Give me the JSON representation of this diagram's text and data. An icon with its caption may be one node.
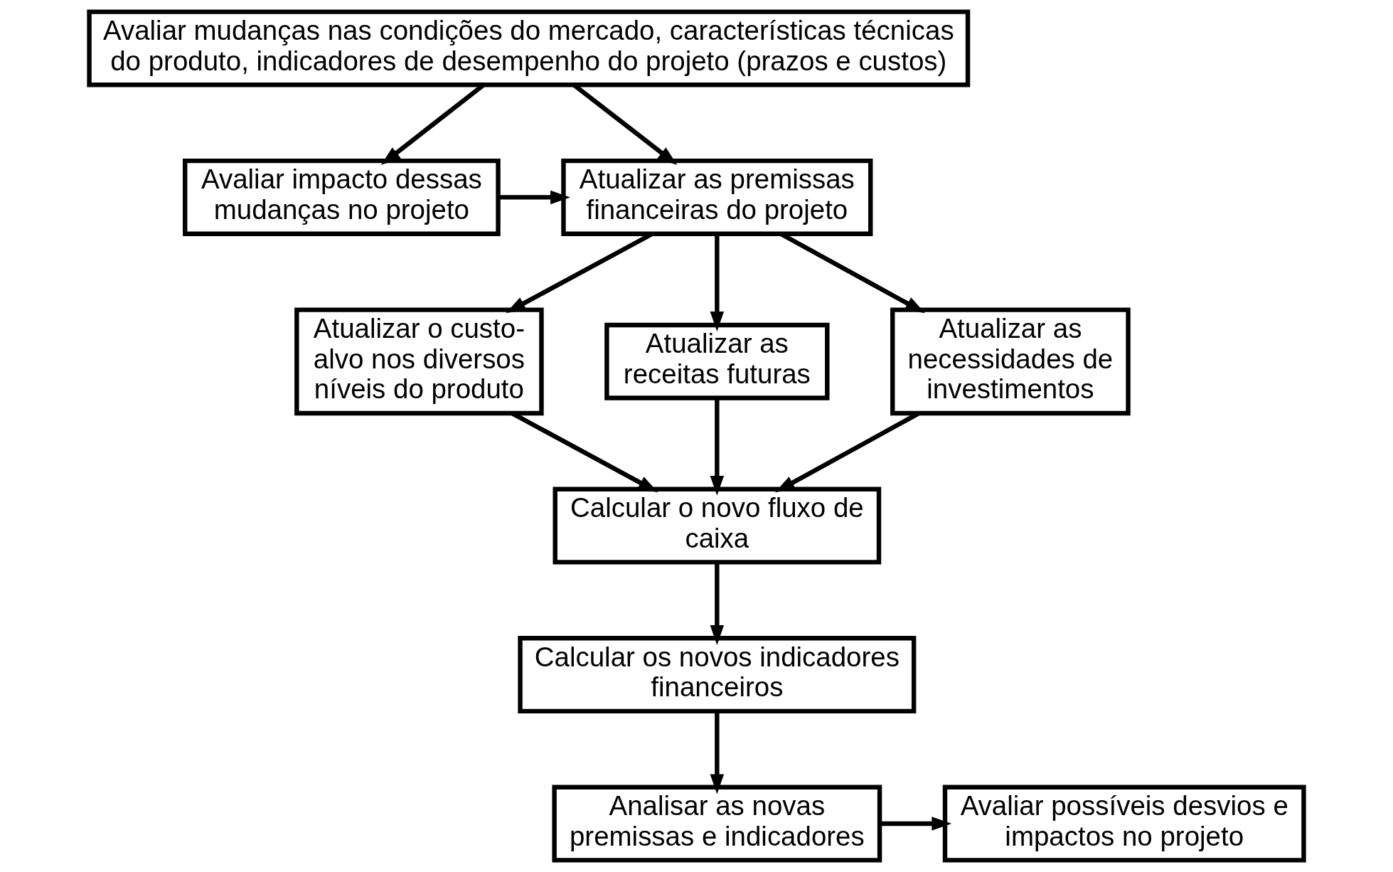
{
  "diagram": {
    "nodes": [
      {
        "text": [
          "Avaliar mudanças nas condições do mercado, características técnicas do produto, indicadores de desempenho do projeto (prazos e custos)"
        ]
      },
      {
        "text": [
          "Atualizar as premissas financeiras do projeto"
        ]
      },
      {
        "text": [
          "Avaliar impacto dessas mudanças no projeto"
        ]
      },
      {
        "text": [
          "Atualizar o custo-alvo nos diversos níveis do produto"
        ]
      },
      {
        "text": [
          "Atualizar as receitas futuras"
        ]
      },
      {
        "text": [
          "Atualizar as necessidades de investimentos"
        ]
      },
      {
        "text": [
          "Calcular o novo fluxo de caixa"
        ]
      },
      {
        "text": [
          "Calcular os novos indicadores financeiros"
        ]
      },
      {
        "text": [
          "Analisar as novas premissas e indicadores"
        ]
      },
      {
        "text": [
          "Avaliar possíveis desvios e impactos no projeto"
        ]
      }
    ],
    "edges": [
      {
        "from": 0,
        "to": 1,
        "arrow": "to"
      },
      {
        "from": 0,
        "to": 2,
        "arrow": "to"
      },
      {
        "from": 2,
        "to": 1,
        "arrow": "to"
      },
      {
        "from": 1,
        "to": 3,
        "arrow": "to"
      },
      {
        "from": 1,
        "to": 4,
        "arrow": "to"
      },
      {
        "from": 1,
        "to": 5,
        "arrow": "to"
      },
      {
        "from": 3,
        "to": 6,
        "arrow": "to"
      },
      {
        "from": 4,
        "to": 6,
        "arrow": "to"
      },
      {
        "from": 5,
        "to": 6,
        "arrow": "to"
      },
      {
        "from": 6,
        "to": 7,
        "arrow": "to"
      },
      {
        "from": 7,
        "to": 8,
        "arrow": "to"
      },
      {
        "from": 8,
        "to": 9,
        "arrow": "to"
      }
    ]
  }
}
